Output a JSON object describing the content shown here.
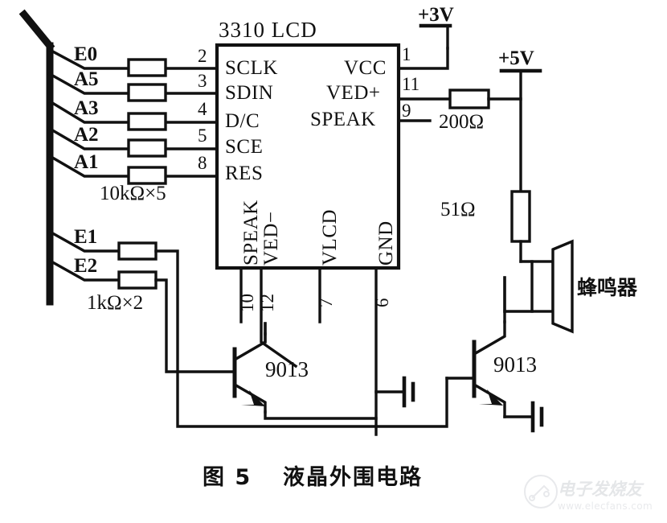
{
  "figure": {
    "caption_number": "图 5",
    "caption_text": "液晶外围电路",
    "chip_title": "3310  LCD"
  },
  "bus_signals": [
    {
      "name": "E0",
      "pin": "2",
      "pin_name": "SCLK"
    },
    {
      "name": "A5",
      "pin": "3",
      "pin_name": "SDIN"
    },
    {
      "name": "A3",
      "pin": "4",
      "pin_name": "D/C"
    },
    {
      "name": "A2",
      "pin": "5",
      "pin_name": "SCE"
    },
    {
      "name": "A1",
      "pin": "8",
      "pin_name": "RES"
    }
  ],
  "bus_signals_lower": [
    {
      "name": "E1"
    },
    {
      "name": "E2"
    }
  ],
  "resistor_groups": {
    "pullup_array": "10kΩ×5",
    "base_array": "1kΩ×2",
    "series_200": "200Ω",
    "speaker_51": "51Ω"
  },
  "right_pins": [
    {
      "pin": "1",
      "pin_name": "VCC"
    },
    {
      "pin": "11",
      "pin_name": "VED+"
    },
    {
      "pin": "9",
      "pin_name": "SPEAK"
    }
  ],
  "bottom_pins": [
    {
      "pin": "10",
      "pin_name": "SPEAK"
    },
    {
      "pin": "12",
      "pin_name": "VED−"
    },
    {
      "pin": "7",
      "pin_name": "VLCD"
    },
    {
      "pin": "6",
      "pin_name": "GND"
    }
  ],
  "rails": [
    {
      "label": "+3V"
    },
    {
      "label": "+5V"
    }
  ],
  "transistors": [
    {
      "label": "9013",
      "type": "npn",
      "position": "left"
    },
    {
      "label": "9013",
      "type": "npn",
      "position": "right"
    }
  ],
  "speaker": {
    "label": "蜂鸣器"
  },
  "watermark": {
    "text": "电子发烧友",
    "url": "www.elecfans.com"
  },
  "colors": {
    "ink": "#111111",
    "background": "#ffffff",
    "watermark": "#9aa0aa"
  }
}
